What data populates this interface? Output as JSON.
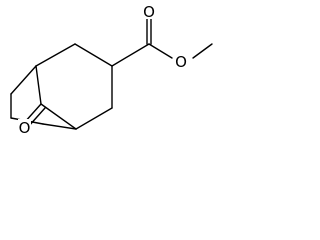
{
  "molecule": {
    "atoms": [
      {
        "id": "o-ketone",
        "label": "O"
      },
      {
        "id": "o-carbonyl",
        "label": "O"
      },
      {
        "id": "o-ester",
        "label": "O"
      }
    ]
  },
  "colors": {
    "bond": "#000000",
    "label": "#000000",
    "background": "#ffffff"
  }
}
